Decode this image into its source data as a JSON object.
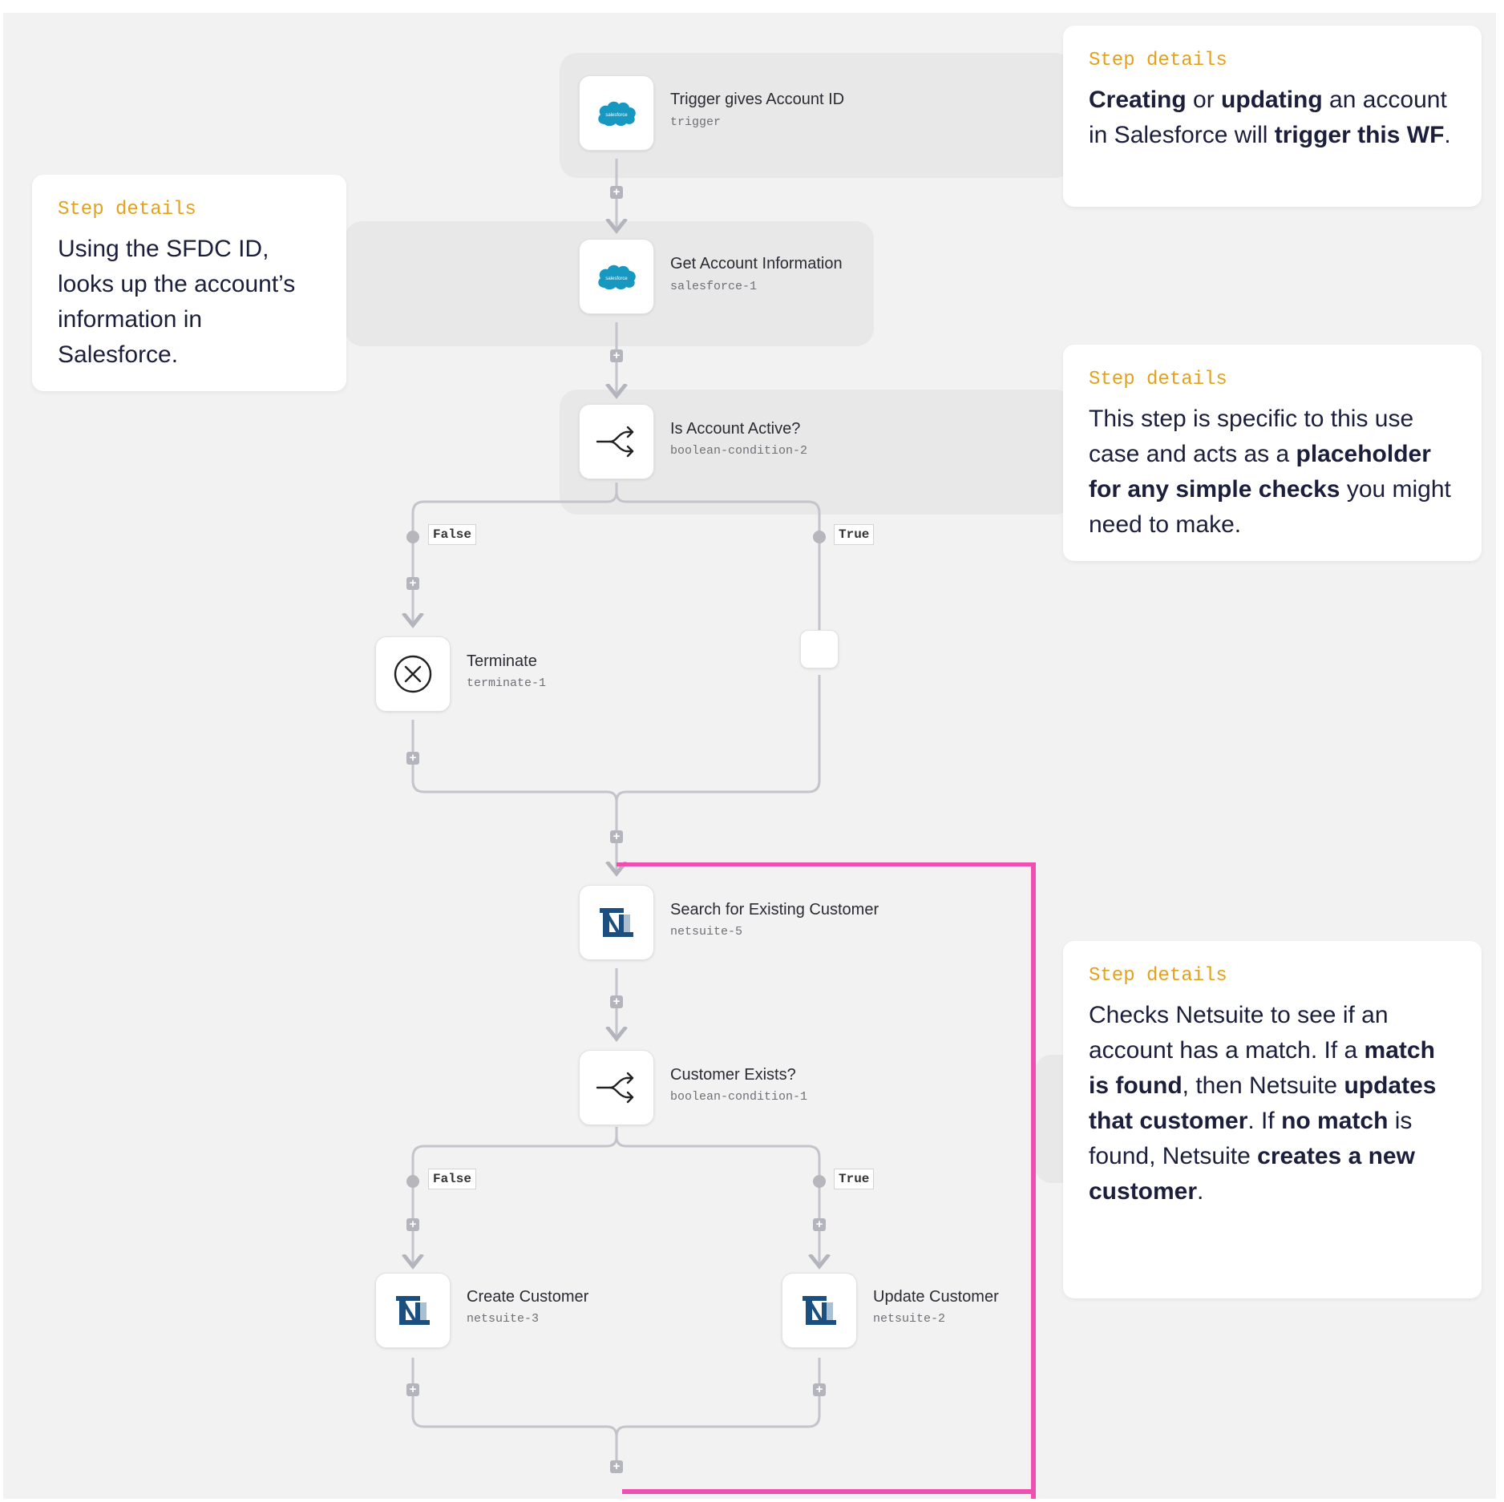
{
  "colors": {
    "frame": "#ef4fb0",
    "card_label": "#e4a11b",
    "card_text": "#1b1f3b",
    "salesforce": "#1798c1",
    "netsuite_dark": "#1b4f7f",
    "netsuite_light": "#a9bfd2"
  },
  "steps": {
    "trigger": {
      "title": "Trigger gives Account ID",
      "id": "trigger",
      "icon": "salesforce-icon"
    },
    "sf1": {
      "title": "Get Account Information",
      "id": "salesforce-1",
      "icon": "salesforce-icon"
    },
    "cond2": {
      "title": "Is Account Active?",
      "id": "boolean-condition-2",
      "icon": "branch-icon"
    },
    "term": {
      "title": "Terminate",
      "id": "terminate-1",
      "icon": "terminate-icon"
    },
    "ns5": {
      "title": "Search for Existing Customer",
      "id": "netsuite-5",
      "icon": "netsuite-icon"
    },
    "cond1": {
      "title": "Customer Exists?",
      "id": "boolean-condition-1",
      "icon": "branch-icon"
    },
    "ns3": {
      "title": "Create Customer",
      "id": "netsuite-3",
      "icon": "netsuite-icon"
    },
    "ns2": {
      "title": "Update Customer",
      "id": "netsuite-2",
      "icon": "netsuite-icon"
    }
  },
  "branches": {
    "false_label": "False",
    "true_label": "True"
  },
  "logo_text": "salesforce",
  "cards": {
    "label": "Step details",
    "c1": [
      {
        "t": "Creating",
        "b": true
      },
      {
        "t": " or "
      },
      {
        "t": "updating",
        "b": true
      },
      {
        "t": " an account in Salesforce will "
      },
      {
        "t": "trigger this WF",
        "b": true
      },
      {
        "t": "."
      }
    ],
    "c2": [
      {
        "t": "Using the SFDC ID, looks up the account’s information in Salesforce."
      }
    ],
    "c3": [
      {
        "t": "This step is specific to this use case and acts as a "
      },
      {
        "t": "placeholder for any simple checks",
        "b": true
      },
      {
        "t": " you might need to make."
      }
    ],
    "c4": [
      {
        "t": "Checks Netsuite to see if an account has a match. If a "
      },
      {
        "t": "match is found",
        "b": true
      },
      {
        "t": ", then Netsuite "
      },
      {
        "t": "updates that customer",
        "b": true
      },
      {
        "t": ". If "
      },
      {
        "t": "no match",
        "b": true
      },
      {
        "t": " is found, Netsuite "
      },
      {
        "t": "creates a new customer",
        "b": true
      },
      {
        "t": "."
      }
    ]
  }
}
